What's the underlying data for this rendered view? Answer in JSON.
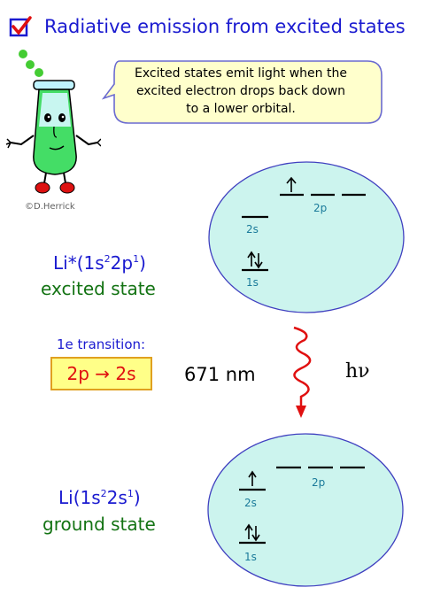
{
  "title": "Radiative emission from excited states",
  "speech_bubble": {
    "line1": "Excited states emit light when the",
    "line2": "excited electron drops back down",
    "line3": "to a lower orbital."
  },
  "credit": "©D.Herrick",
  "excited": {
    "formula_prefix": "Li*(1s",
    "sup1": "2",
    "mid": "2p",
    "sup2": "1",
    "suffix": ")",
    "label": "excited state",
    "orbitals": {
      "s2": "2s",
      "p2": "2p",
      "s1": "1s"
    }
  },
  "ground": {
    "formula_prefix": "Li(1s",
    "sup1": "2",
    "mid": "2s",
    "sup2": "1",
    "suffix": ")",
    "label": "ground state",
    "orbitals": {
      "s2": "2s",
      "p2": "2p",
      "s1": "1s"
    }
  },
  "transition": {
    "label": "1e transition:",
    "text": "2p → 2s"
  },
  "wavelength": "671 nm",
  "photon": "hν",
  "colors": {
    "ellipse_fill": "#ccf4ee",
    "ellipse_stroke": "#4040c0",
    "formula": "#1a1ad0",
    "state_label": "#137313",
    "photon_arrow": "#e01010"
  },
  "icons": [
    "checkbox-check-icon",
    "flask-mascot-icon",
    "wavy-photon-arrow-icon",
    "electron-spin-up-icon",
    "electron-spin-down-icon"
  ]
}
